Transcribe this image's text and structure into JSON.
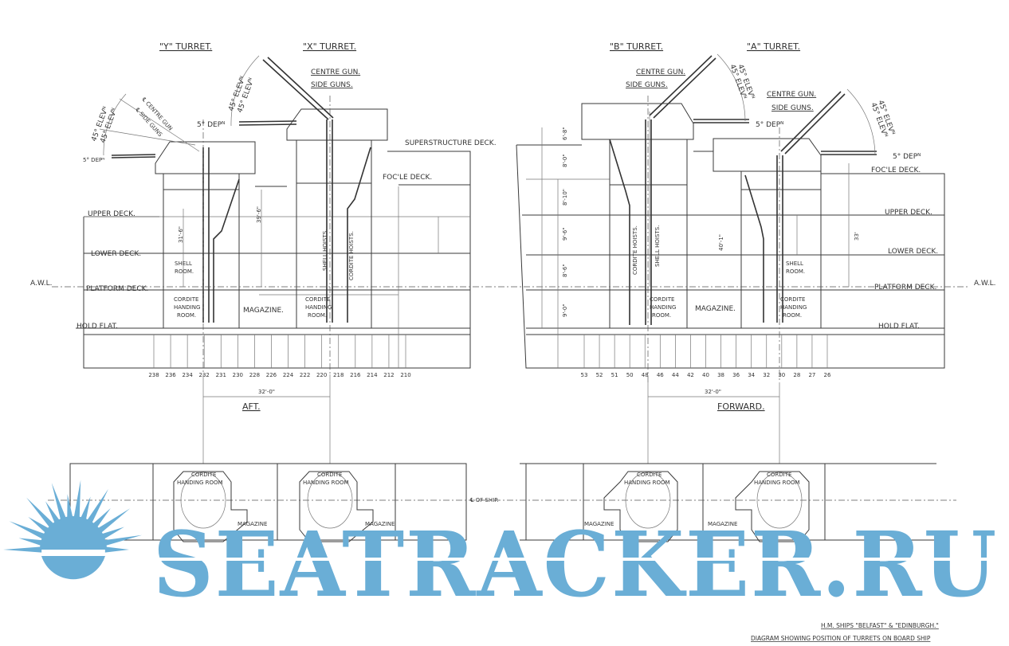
{
  "turrets": {
    "y": "\"Y\" TURRET.",
    "x": "\"X\" TURRET.",
    "b": "\"B\" TURRET.",
    "a": "\"A\" TURRET."
  },
  "gun_labels": {
    "centre_gun": "CENTRE GUN.",
    "side_guns": "SIDE GUNS.",
    "cl_centre_gun": "℄ CENTRE GUN",
    "cl_side_guns": "℄ SIDE GUNS",
    "elev": "45° ELEVᴺ",
    "dep": "5° DEPᴺ"
  },
  "decks": {
    "superstructure": "SUPERSTRUCTURE  DECK.",
    "focsle": "FOC'LE DECK.",
    "upper": "UPPER DECK.",
    "lower": "LOWER DECK.",
    "platform": "PLATFORM DECK.",
    "hold": "HOLD FLAT.",
    "awl": "A.W.L."
  },
  "rooms": {
    "shell_room": [
      "SHELL",
      "ROOM."
    ],
    "cordite_handing": [
      "CORDITE",
      "HANDING",
      "ROOM."
    ],
    "magazine": "MAGAZINE.",
    "shell_hoists": "SHELL HOISTS.",
    "cordite_hoists": "CORDITE HOISTS.",
    "plan_cordite": [
      "CORDITE",
      "HANDING ROOM"
    ],
    "plan_magazine": "MAGAZINE"
  },
  "dimensions": {
    "left_depth_y": "31'-6\"",
    "left_depth_x": "39'-6\"",
    "right_depth_b": "40'-1\"",
    "right_depth_a": "33'",
    "spacing_aft": "32'-0\"",
    "spacing_fwd": "32'-0\"",
    "b_heights": [
      "6'-8\"",
      "8'-0\"",
      "8'-10\"",
      "9'-6\"",
      "8'-6\"",
      "9'-0\""
    ]
  },
  "frames_aft": [
    "238",
    "236",
    "234",
    "232",
    "231",
    "230",
    "228",
    "226",
    "224",
    "222",
    "220",
    "218",
    "216",
    "214",
    "212",
    "210"
  ],
  "frames_fwd": [
    "53",
    "52",
    "51",
    "50",
    "48",
    "46",
    "44",
    "42",
    "40",
    "38",
    "36",
    "34",
    "32",
    "30",
    "28",
    "27",
    "26"
  ],
  "plan": {
    "aft": "AFT.",
    "forward": "FORWARD.",
    "cl_ship": "℄ OF SHIP."
  },
  "title_block": {
    "ships": "H.M. SHIPS \"BELFAST\" & \"EDINBURGH.\"",
    "diagram": "DIAGRAM SHOWING POSITION OF TURRETS ON BOARD SHIP"
  },
  "watermark": {
    "text": "SEATRACKER.RU",
    "color": "#6aaed6"
  }
}
